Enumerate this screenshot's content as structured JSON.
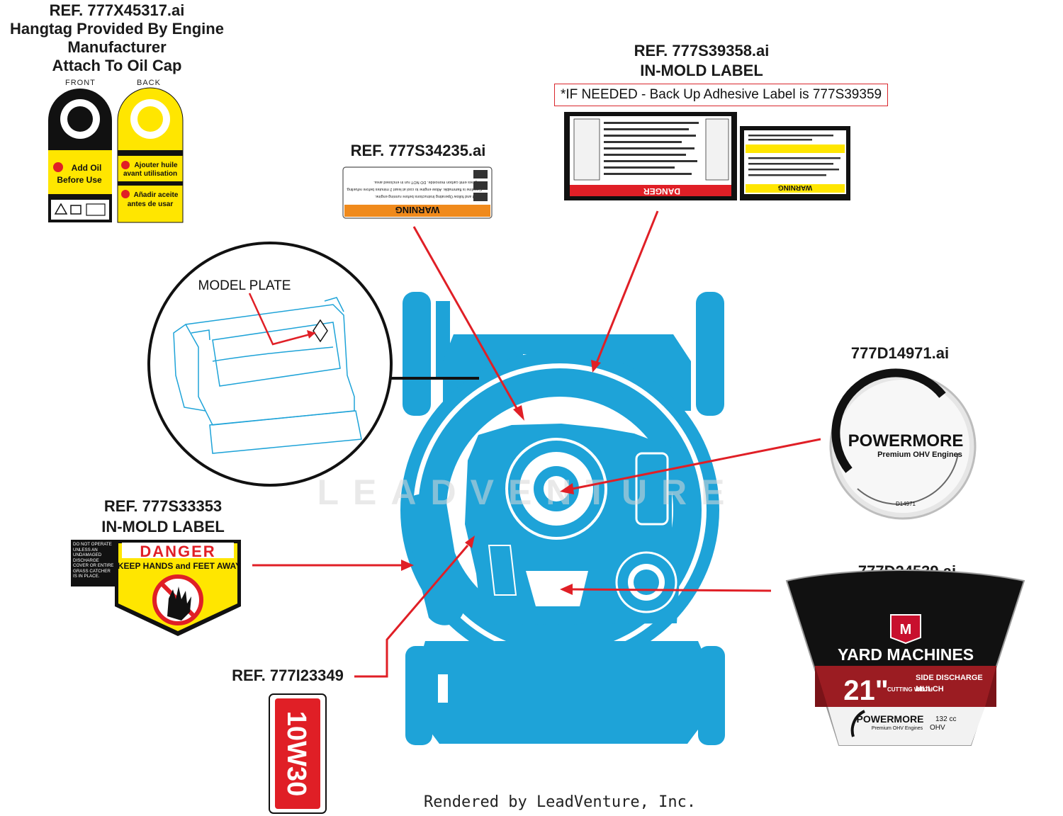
{
  "hangtag": {
    "ref": "REF. 777X45317.ai",
    "line2": "Hangtag Provided By Engine",
    "line3": "Manufacturer",
    "line4": "Attach To Oil Cap",
    "front_label": "FRONT",
    "back_label": "BACK",
    "front_text1": "Add Oil",
    "front_text2": "Before Use",
    "back_text1": "Ajouter huile",
    "back_text2": "avant utilisation",
    "back_text3": "Añadir aceite",
    "back_text4": "antes de usar"
  },
  "warning_label": {
    "ref": "REF. 777S34235.ai",
    "title": "WARNING",
    "lines": [
      "Read and follow Operating Instructions before running engine.",
      "Gasoline is flammable. Allow engine to cool at least 2 minutes before refueling.",
      "Engines emit carbon monoxide. DO NOT run in enclosed area."
    ]
  },
  "inmold_top": {
    "ref": "REF. 777S39358.ai",
    "subtitle": "IN-MOLD LABEL",
    "note": "*IF NEEDED - Back Up Adhesive Label is 777S39359",
    "danger_title": "DANGER",
    "warning_title": "WARNING"
  },
  "model_plate": {
    "label": "MODEL PLATE"
  },
  "powermore_badge": {
    "ref": "777D14971.ai",
    "brand": "POWERMORE",
    "tagline": "Premium OHV Engines",
    "code": "D14971"
  },
  "inmold_left": {
    "ref": "REF. 777S33353",
    "subtitle": "IN-MOLD LABEL",
    "side_text": "DO NOT OPERATE UNLESS AN UNDAMAGED DISCHARGE COVER OR ENTIRE GRASS CATCHER IS IN PLACE.",
    "danger_title": "DANGER",
    "danger_sub": "KEEP HANDS and FEET AWAY"
  },
  "oil_label": {
    "ref": "REF. 777I23349",
    "text": "10W30"
  },
  "yard_label": {
    "ref": "777D24539.ai",
    "brand": "YARD MACHINES",
    "size": "21\"",
    "cutting": "CUTTING WIDTH",
    "feature1": "SIDE DISCHARGE",
    "feature2": "MULCH",
    "engine_brand": "POWERMORE",
    "engine_tag": "Premium OHV Engines",
    "cc": "132 cc",
    "ohv": "OHV"
  },
  "watermark": "LEADVENTURE",
  "footer": "Rendered by LeadVenture, Inc.",
  "colors": {
    "mower_blue": "#1ea3d8",
    "arrow_red": "#e01f26",
    "danger_red": "#e01f26",
    "warning_orange": "#f08a1c",
    "caution_yellow": "#ffe600"
  }
}
